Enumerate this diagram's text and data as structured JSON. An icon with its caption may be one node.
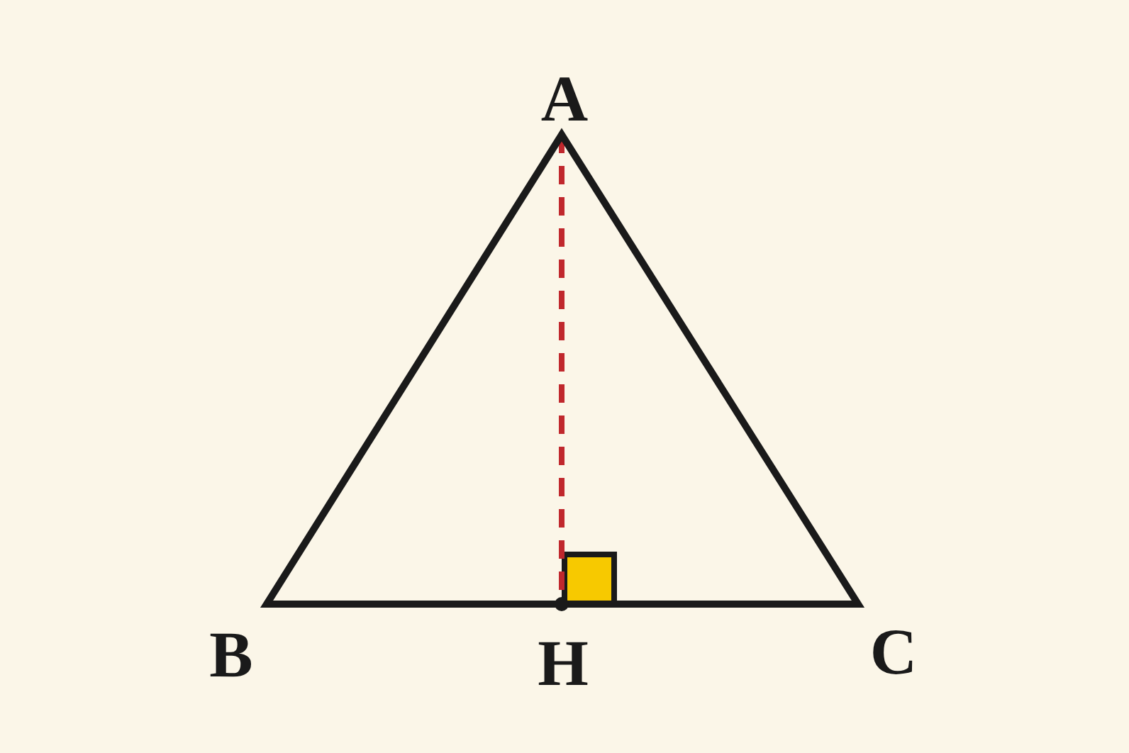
{
  "diagram": {
    "labels": [
      "A",
      "B",
      "H",
      "C"
    ]
  }
}
